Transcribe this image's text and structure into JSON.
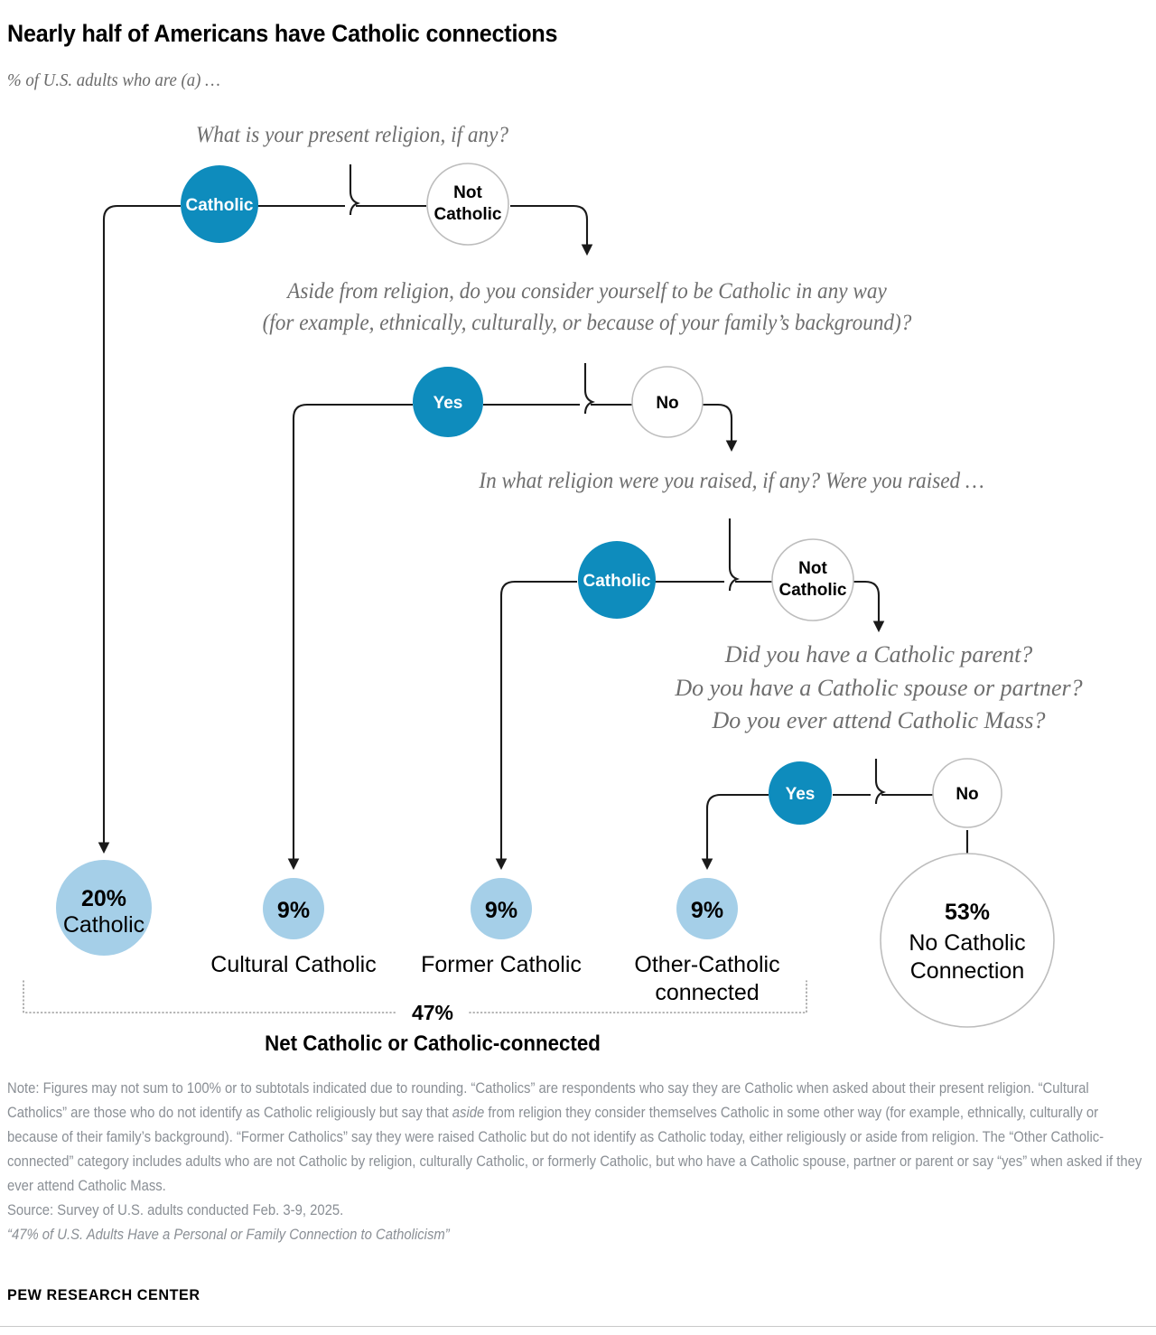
{
  "header": {
    "title": "Nearly half of Americans have Catholic connections",
    "subtitle": "% of U.S. adults who are (a) …"
  },
  "colors": {
    "blue": "#0e8cbd",
    "light_blue": "#a5cfe8",
    "outline": "#bdbdbd",
    "line": "#1a1a1a",
    "question_text": "#6e6e6e",
    "note_text": "#8a8f95"
  },
  "chart_data": {
    "type": "diagram",
    "title": "Nearly half of Americans have Catholic connections",
    "subtitle": "% of U.S. adults who are (a) …",
    "questions": [
      {
        "id": "q1",
        "text": "What is your present religion, if any?"
      },
      {
        "id": "q2",
        "line1": "Aside from religion, do you consider yourself to be Catholic in any way",
        "line2": "(for example, ethnically, culturally, or because of your family’s background)?"
      },
      {
        "id": "q3",
        "text": "In what religion were you raised, if any? Were you raised …"
      },
      {
        "id": "q4",
        "line1": "Did you have a Catholic parent?",
        "line2": "Do you have a Catholic spouse or partner?",
        "line3": "Do you ever attend Catholic Mass?"
      }
    ],
    "decision_nodes": [
      {
        "id": "n1-yes",
        "label": "Catholic",
        "style": "filled"
      },
      {
        "id": "n1-no",
        "label_line1": "Not",
        "label_line2": "Catholic",
        "style": "outline"
      },
      {
        "id": "n2-yes",
        "label": "Yes",
        "style": "filled"
      },
      {
        "id": "n2-no",
        "label": "No",
        "style": "outline"
      },
      {
        "id": "n3-yes",
        "label": "Catholic",
        "style": "filled"
      },
      {
        "id": "n3-no",
        "label_line1": "Not",
        "label_line2": "Catholic",
        "style": "outline"
      },
      {
        "id": "n4-yes",
        "label": "Yes",
        "style": "filled"
      },
      {
        "id": "n4-no",
        "label": "No",
        "style": "outline"
      }
    ],
    "outcomes": [
      {
        "id": "catholic",
        "value": "20%",
        "label": "Catholic",
        "label_inside": true,
        "style": "light"
      },
      {
        "id": "cultural-catholic",
        "value": "9%",
        "label": "Cultural Catholic",
        "label_inside": false,
        "style": "light"
      },
      {
        "id": "former-catholic",
        "value": "9%",
        "label": "Former Catholic",
        "label_inside": false,
        "style": "light"
      },
      {
        "id": "other-catholic-connected",
        "value": "9%",
        "label_line1": "Other-Catholic",
        "label_line2": "connected",
        "label_inside": false,
        "style": "light"
      },
      {
        "id": "no-catholic-connection",
        "value": "53%",
        "label_line1": "No Catholic",
        "label_line2": "Connection",
        "label_inside": true,
        "style": "outline"
      }
    ],
    "net": {
      "value": "47%",
      "label": "Net Catholic or Catholic-connected"
    }
  },
  "notes": {
    "note_p1": "Note: Figures may not sum to 100% or to subtotals indicated due to rounding. “Catholics” are respondents who say they are Catholic when asked about their present religion. “Cultural Catholics” are those who do not identify as Catholic religiously but say that ",
    "note_italic": "aside",
    "note_p2": " from religion they consider themselves Catholic in some other way (for example, ethnically, culturally or because of their family’s background). “Former Catholics” say they were raised Catholic but do not identify as Catholic today, either religiously or aside from religion. The “Other Catholic-connected” category includes adults who are not Catholic by religion, culturally Catholic, or formerly Catholic, but who have a Catholic spouse, partner or parent or say “yes” when asked if they ever attend Catholic Mass.",
    "source": "Source: Survey of U.S. adults conducted Feb. 3-9, 2025.",
    "report": "“47% of U.S. Adults Have a Personal or Family Connection to Catholicism”",
    "footer": "PEW RESEARCH CENTER"
  }
}
